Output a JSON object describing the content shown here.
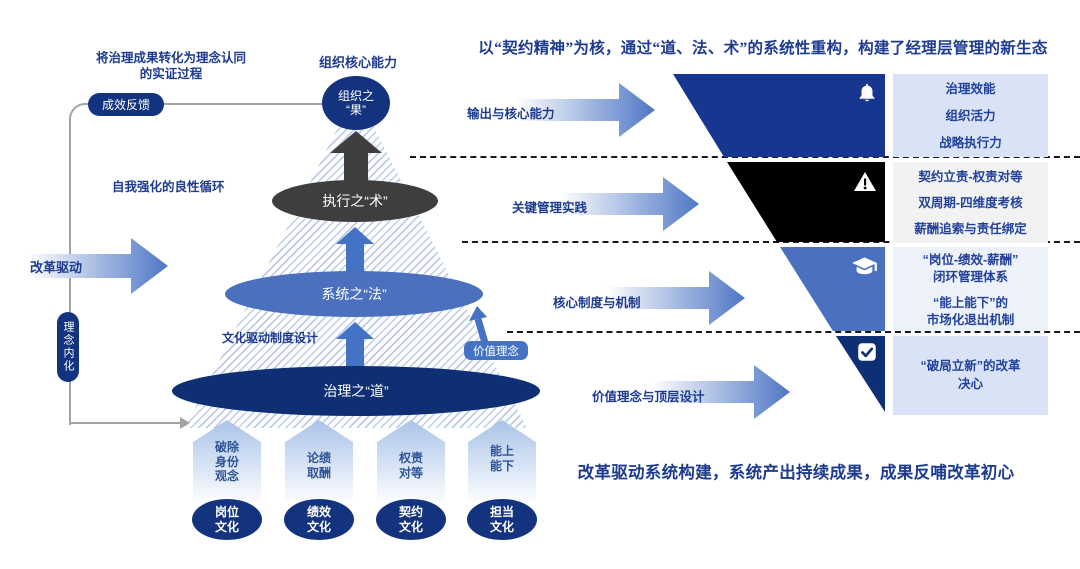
{
  "title": "以“契约精神”为核，通过“道、法、术”的系统性重构，构建了经理层管理的新生态",
  "footer": "改革驱动系统构建，系统产出持续成果，成果反哺改革初心",
  "colors": {
    "accent_navy": "#14337E",
    "deep_navy": "#0F2F74",
    "funnel_blue": "#16368F",
    "medium_blue": "#4A70BE",
    "badge_blue": "#4472C4",
    "dark_gray": "#3E3E3E",
    "black": "#000000",
    "panel_blue": "#D9E3F5",
    "panel_gray": "#F2F2F2",
    "text_blue": "#1E3C8F"
  },
  "left": {
    "note_line1": "将治理成果转化为理念认同",
    "note_line2": "的实证过程",
    "top_label": "组织核心能力",
    "loop_label": "自我强化的良性循环",
    "feedback_badge": "成效反馈",
    "drive_arrow_label": "改革驱动",
    "internalize_badge": "理念内化",
    "culture_label": "文化驱动制度设计",
    "value_badge": "价值理念"
  },
  "pyramid": {
    "levels": [
      {
        "name": "result",
        "line1": "组织之",
        "line2": "“果”"
      },
      {
        "name": "shu",
        "line1": "执行之“术”"
      },
      {
        "name": "fa",
        "line1": "系统之“法”"
      },
      {
        "name": "dao",
        "line1": "治理之“道”"
      }
    ]
  },
  "houses": [
    {
      "top": [
        "破除",
        "身份",
        "观念"
      ],
      "circle_line1": "岗位",
      "circle_line2": "文化"
    },
    {
      "top": [
        "论绩",
        "取酬"
      ],
      "circle_line1": "绩效",
      "circle_line2": "文化"
    },
    {
      "top": [
        "权责",
        "对等"
      ],
      "circle_line1": "契约",
      "circle_line2": "文化"
    },
    {
      "top": [
        "能上",
        "能下"
      ],
      "circle_line1": "担当",
      "circle_line2": "文化"
    }
  ],
  "funnel": {
    "rows": [
      {
        "arrow_label": "输出与核心能力",
        "icon": "bell-icon",
        "panel_lines": [
          "治理效能",
          "组织活力",
          "战略执行力"
        ]
      },
      {
        "arrow_label": "关键管理实践",
        "icon": "warning-icon",
        "panel_lines": [
          "契约立责-权责对等",
          "双周期-四维度考核",
          "薪酬追索与责任绑定"
        ]
      },
      {
        "arrow_label": "核心制度与机制",
        "icon": "graduation-cap-icon",
        "panel_lines": [
          "“岗位-绩效-薪酬”",
          "闭环管理体系",
          "“能上能下”的",
          "市场化退出机制"
        ]
      },
      {
        "arrow_label": "价值理念与顶层设计",
        "icon": "check-icon",
        "panel_lines": [
          "“破局立新”的改革",
          "决心"
        ]
      }
    ]
  }
}
